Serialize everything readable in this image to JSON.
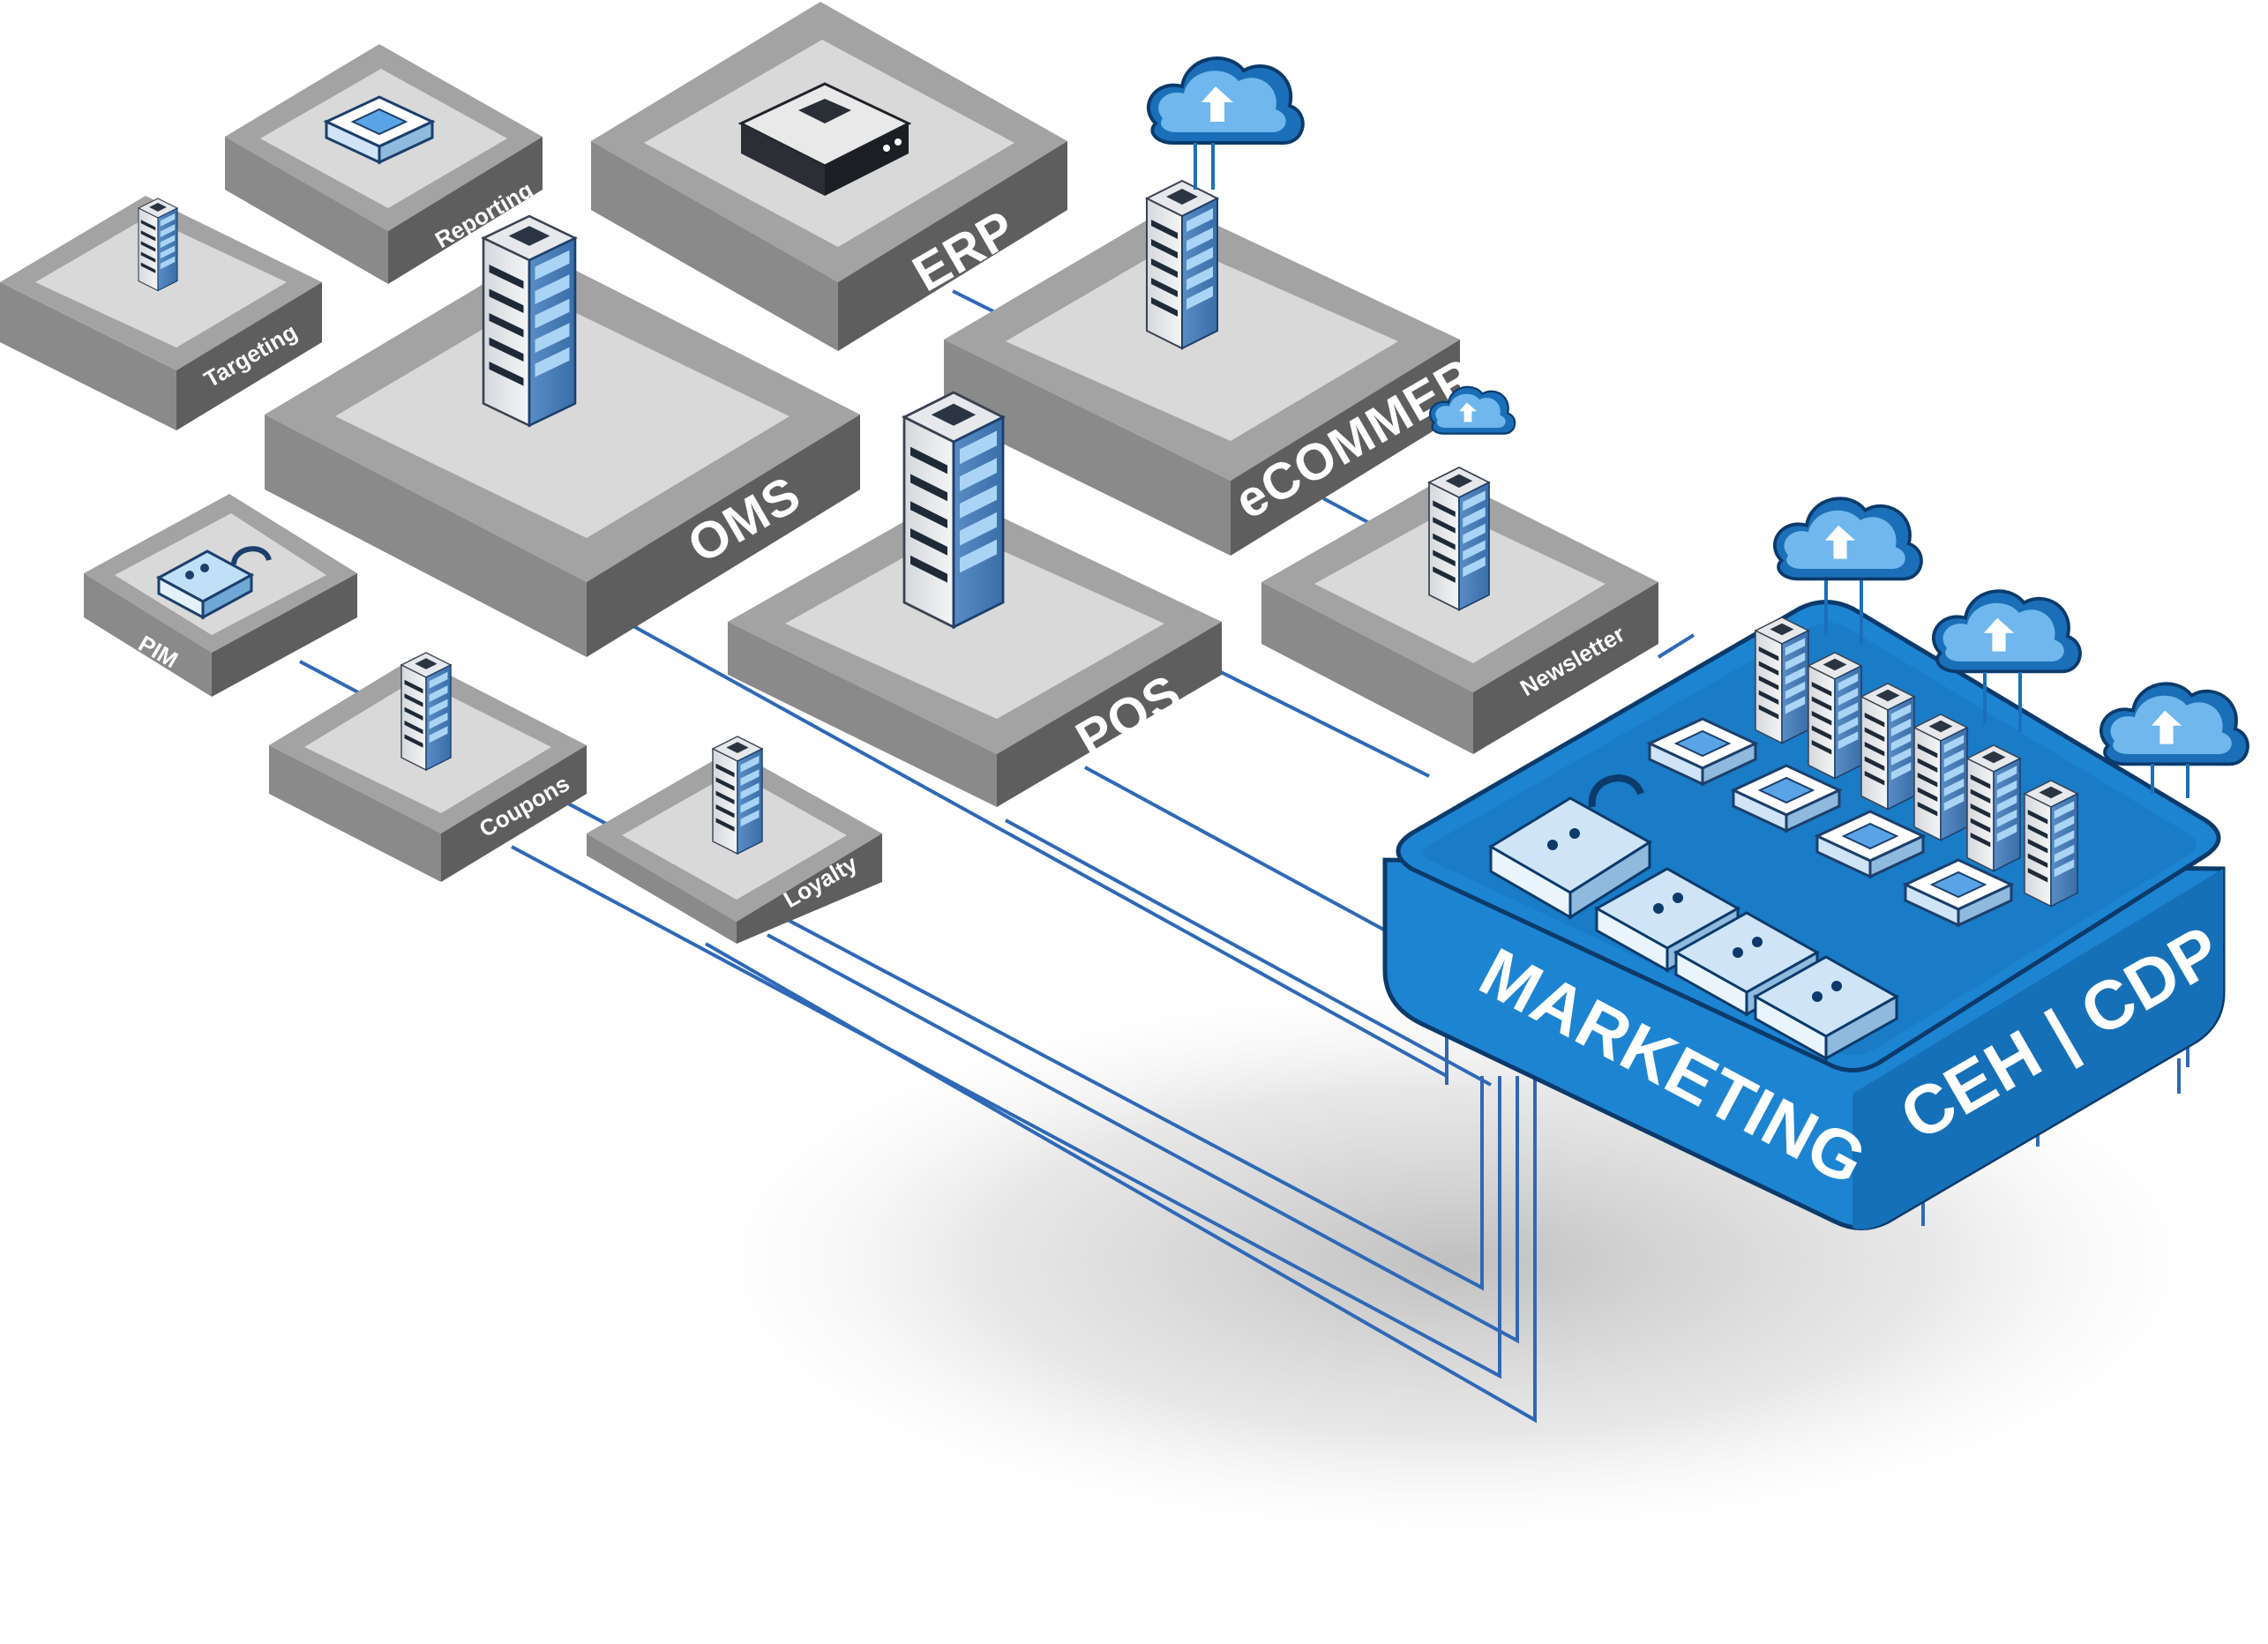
{
  "diagram": {
    "nodes": {
      "reporting": "Reporting",
      "erp": "ERP",
      "targeting": "Targeting",
      "oms": "OMS",
      "ecommerce": "eCOMMERCE",
      "pim": "PIM",
      "pos": "POS",
      "newsletter": "Newsletter",
      "coupons": "Coupons",
      "loyalty": "Loyalty"
    },
    "hub": {
      "left_label": "MARKETING",
      "right_label": "CEH | CDP"
    },
    "colors": {
      "platform_top_outer": "#a3a3a3",
      "platform_top_inner": "#d9d9d9",
      "platform_side_left": "#8a8a8a",
      "platform_side_right": "#5e5e5e",
      "hub_blue": "#1d84d2",
      "hub_dark": "#0b3a6b",
      "connector": "#2f68b7"
    }
  }
}
